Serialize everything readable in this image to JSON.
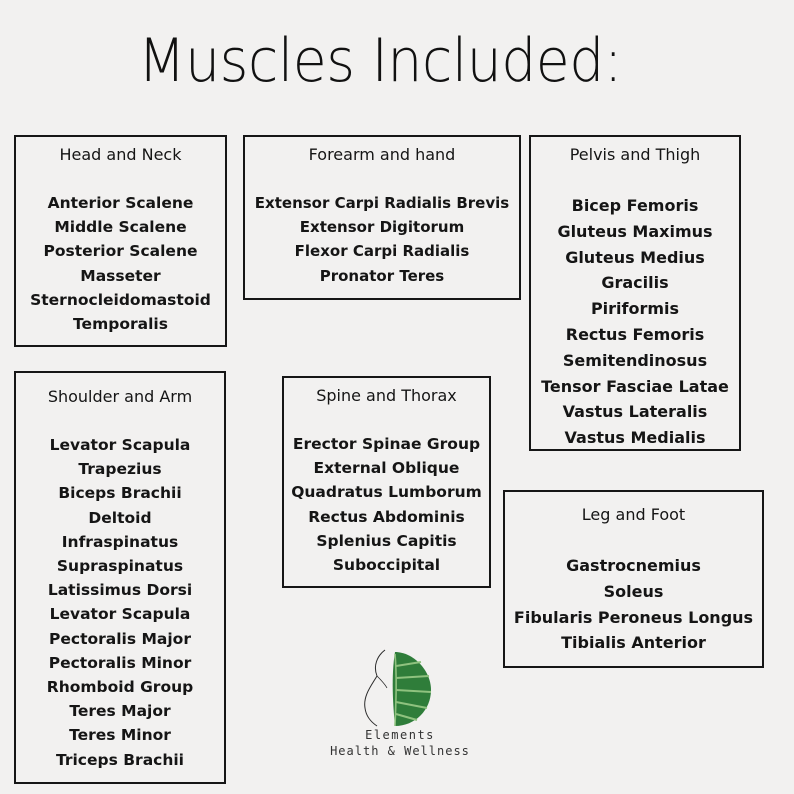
{
  "title": "Muscles Included:",
  "groups": {
    "head_neck": {
      "title": "Head and Neck",
      "items": [
        "Anterior Scalene",
        "Middle Scalene",
        "Posterior Scalene",
        "Masseter",
        "Sternocleidomastoid",
        "Temporalis"
      ]
    },
    "forearm_hand": {
      "title": "Forearm and hand",
      "items": [
        "Extensor Carpi Radialis Brevis",
        "Extensor Digitorum",
        "Flexor Carpi Radialis",
        "Pronator Teres"
      ]
    },
    "pelvis_thigh": {
      "title": "Pelvis and Thigh",
      "items": [
        "Bicep Femoris",
        "Gluteus Maximus",
        "Gluteus Medius",
        "Gracilis",
        "Piriformis",
        "Rectus Femoris",
        "Semitendinosus",
        "Tensor Fasciae Latae",
        "Vastus Lateralis",
        "Vastus Medialis"
      ]
    },
    "shoulder_arm": {
      "title": "Shoulder and Arm",
      "items": [
        "Levator Scapula",
        "Trapezius",
        "Biceps Brachii",
        "Deltoid",
        "Infraspinatus",
        "Supraspinatus",
        "Latissimus Dorsi",
        "Levator Scapula",
        "Pectoralis Major",
        "Pectoralis Minor",
        "Rhomboid Group",
        "Teres Major",
        "Teres Minor",
        "Triceps Brachii"
      ]
    },
    "spine_thorax": {
      "title": "Spine and Thorax",
      "items": [
        "Erector Spinae Group",
        "External Oblique",
        "Quadratus Lumborum",
        "Rectus Abdominis",
        "Splenius Capitis",
        "Suboccipital"
      ]
    },
    "leg_foot": {
      "title": "Leg and Foot",
      "items": [
        "Gastrocnemius",
        "Soleus",
        "Fibularis Peroneus Longus",
        "Tibialis Anterior"
      ]
    }
  },
  "logo": {
    "name": "Elements",
    "tagline": "Health & Wellness",
    "icon": "monstera-leaf-silhouette-icon",
    "leaf_color": "#2f7d3a",
    "leaf_light": "#8fc27f"
  },
  "colors": {
    "background": "#f2f1f0",
    "text": "#151515",
    "border": "#161616"
  }
}
